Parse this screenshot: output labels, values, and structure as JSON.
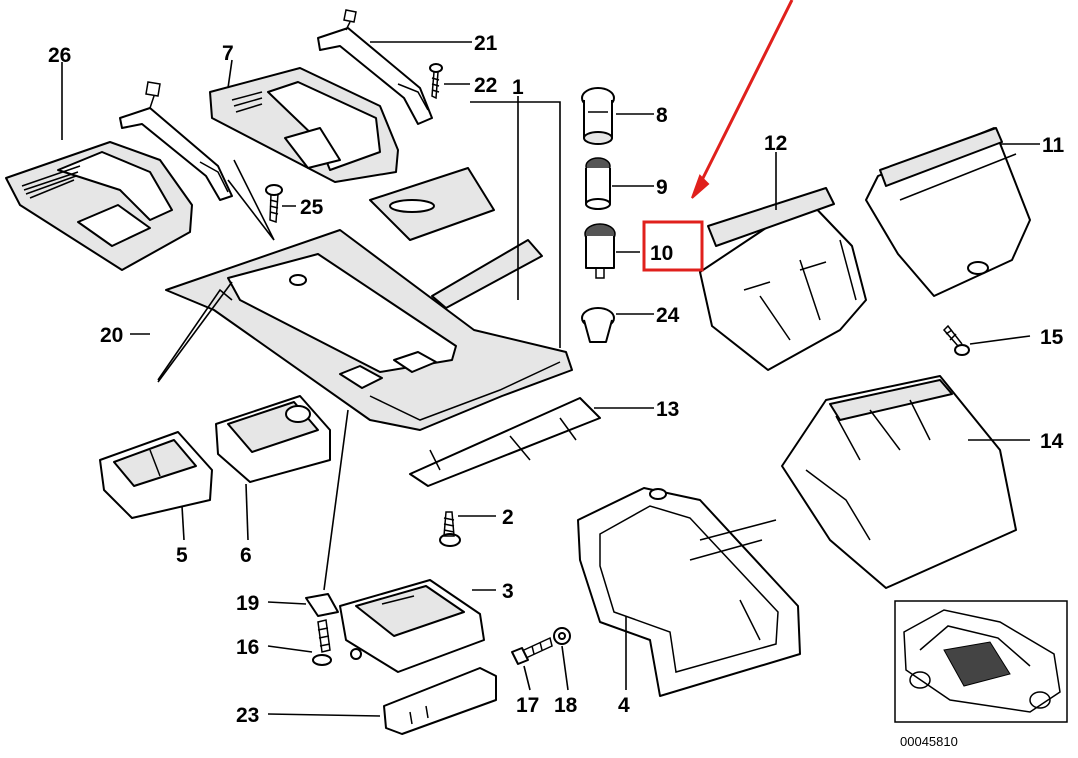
{
  "diagram": {
    "callouts": [
      {
        "id": "c26",
        "label": "26"
      },
      {
        "id": "c7",
        "label": "7"
      },
      {
        "id": "c21",
        "label": "21"
      },
      {
        "id": "c22",
        "label": "22"
      },
      {
        "id": "c1",
        "label": "1"
      },
      {
        "id": "c8",
        "label": "8"
      },
      {
        "id": "c9",
        "label": "9"
      },
      {
        "id": "c10",
        "label": "10"
      },
      {
        "id": "c24",
        "label": "24"
      },
      {
        "id": "c12",
        "label": "12"
      },
      {
        "id": "c11",
        "label": "11"
      },
      {
        "id": "c25",
        "label": "25"
      },
      {
        "id": "c20",
        "label": "20"
      },
      {
        "id": "c15",
        "label": "15"
      },
      {
        "id": "c13",
        "label": "13"
      },
      {
        "id": "c14",
        "label": "14"
      },
      {
        "id": "c2",
        "label": "2"
      },
      {
        "id": "c5",
        "label": "5"
      },
      {
        "id": "c6",
        "label": "6"
      },
      {
        "id": "c3",
        "label": "3"
      },
      {
        "id": "c19",
        "label": "19"
      },
      {
        "id": "c16",
        "label": "16"
      },
      {
        "id": "c23",
        "label": "23"
      },
      {
        "id": "c17",
        "label": "17"
      },
      {
        "id": "c18",
        "label": "18"
      },
      {
        "id": "c4",
        "label": "4"
      }
    ],
    "highlighted_part": "10",
    "highlight_color": "#e0201c",
    "doc_number": "00045810"
  }
}
